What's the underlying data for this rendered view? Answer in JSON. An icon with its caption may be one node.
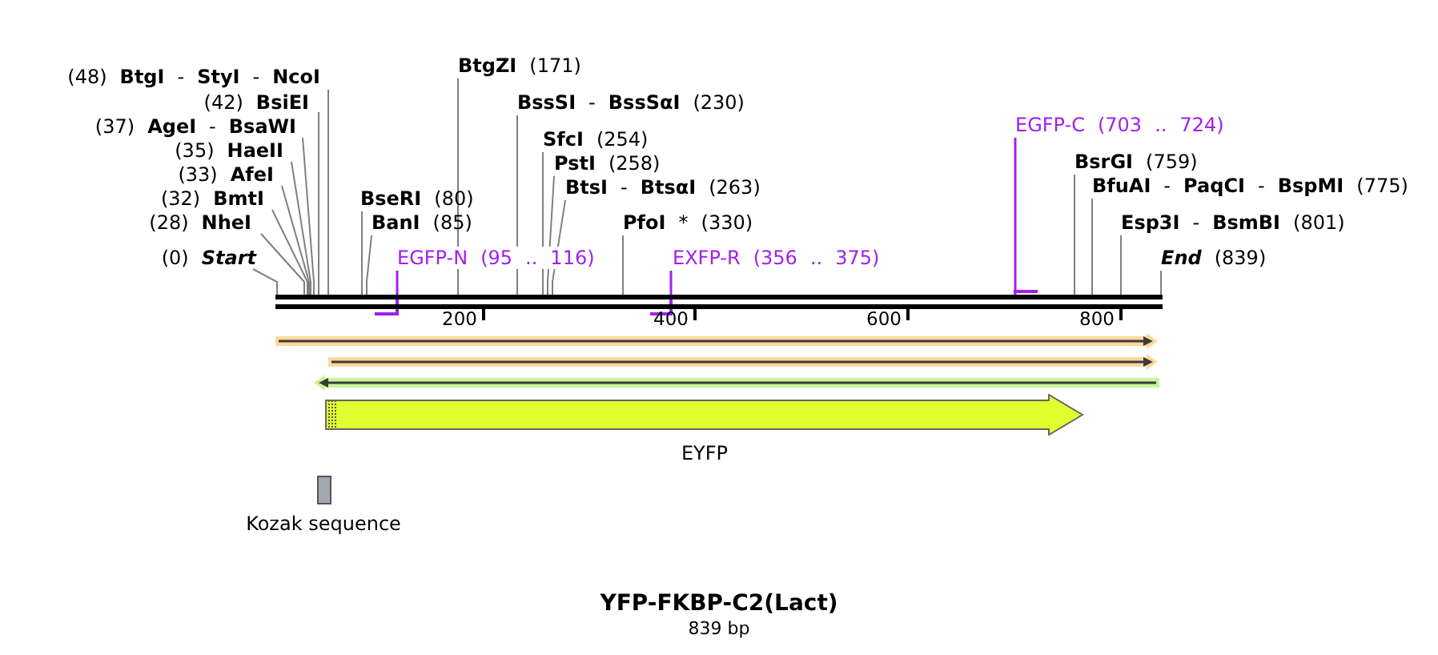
{
  "diagram": {
    "title": "YFP-FKBP-C2(Lact)",
    "caption": "839 bp",
    "nodes": [
      {
        "text": [
          "(48) **BtgI** - **StyI** - **NcoI**"
        ]
      },
      {
        "text": [
          "(42) **BsiEI**"
        ]
      },
      {
        "text": [
          "(37) **AgeI** - **BsaWI**"
        ]
      },
      {
        "text": [
          "(35) **HaeII**"
        ]
      },
      {
        "text": [
          "(33) **AfeI**"
        ]
      },
      {
        "text": [
          "(32) **BmtI**"
        ]
      },
      {
        "text": [
          "(28) **NheI**"
        ]
      },
      {
        "text": [
          "(0) **Start**"
        ]
      },
      {
        "text": [
          "**BtgZI** (171)"
        ]
      },
      {
        "text": [
          "**BssSI** - **BssSαI** (230)"
        ]
      },
      {
        "text": [
          "**SfcI** (254)"
        ]
      },
      {
        "text": [
          "**PstI** (258)"
        ]
      },
      {
        "text": [
          "**BtsI** - **BtsαI** (263)"
        ]
      },
      {
        "text": [
          "**BseRI** (80)"
        ]
      },
      {
        "text": [
          "**BanI** (85)"
        ]
      },
      {
        "text": [
          "**PfoI** * (330)"
        ]
      },
      {
        "text": [
          "EGFP-N (95 .. 116)"
        ]
      },
      {
        "text": [
          "EXFP-R (356 .. 375)"
        ]
      },
      {
        "text": [
          "EGFP-C (703 .. 724)"
        ]
      },
      {
        "text": [
          "**BsrGI** (759)"
        ]
      },
      {
        "text": [
          "**BfuAI** - **PaqCI** - **BspMI** (775)"
        ]
      },
      {
        "text": [
          "**Esp3I** - **BsmBI** (801)"
        ]
      },
      {
        "text": [
          "**End** (839)"
        ]
      },
      {
        "text": [],
        "shape": "bar"
      },
      {
        "text": [],
        "shape": "arrow"
      },
      {
        "text": [],
        "shape": "arrow"
      },
      {
        "text": [],
        "shape": "arrow"
      },
      {
        "text": [
          "EYFP"
        ]
      },
      {
        "text": [
          "Kozak sequence"
        ]
      }
    ],
    "edges": [
      {
        "from": 0,
        "to": 23,
        "arrow": "none"
      },
      {
        "from": 1,
        "to": 23,
        "arrow": "none"
      },
      {
        "from": 2,
        "to": 23,
        "arrow": "none"
      },
      {
        "from": 3,
        "to": 23,
        "arrow": "none"
      },
      {
        "from": 4,
        "to": 23,
        "arrow": "none"
      },
      {
        "from": 5,
        "to": 23,
        "arrow": "none"
      },
      {
        "from": 6,
        "to": 23,
        "arrow": "none"
      },
      {
        "from": 7,
        "to": 23,
        "arrow": "none"
      },
      {
        "from": 8,
        "to": 23,
        "arrow": "none"
      },
      {
        "from": 9,
        "to": 23,
        "arrow": "none"
      },
      {
        "from": 10,
        "to": 23,
        "arrow": "none"
      },
      {
        "from": 11,
        "to": 23,
        "arrow": "none"
      },
      {
        "from": 12,
        "to": 23,
        "arrow": "none"
      },
      {
        "from": 13,
        "to": 23,
        "arrow": "none"
      },
      {
        "from": 14,
        "to": 23,
        "arrow": "none"
      },
      {
        "from": 15,
        "to": 23,
        "arrow": "none"
      },
      {
        "from": 16,
        "to": 23,
        "arrow": "none",
        "color": "#a020f0"
      },
      {
        "from": 17,
        "to": 23,
        "arrow": "none",
        "color": "#a020f0"
      },
      {
        "from": 18,
        "to": 23,
        "arrow": "none",
        "color": "#a020f0"
      },
      {
        "from": 19,
        "to": 23,
        "arrow": "none"
      },
      {
        "from": 20,
        "to": 23,
        "arrow": "none"
      },
      {
        "from": 21,
        "to": 23,
        "arrow": "none"
      },
      {
        "from": 22,
        "to": 23,
        "arrow": "none"
      }
    ],
    "labels": [
      "200",
      "400",
      "600",
      "800"
    ]
  }
}
